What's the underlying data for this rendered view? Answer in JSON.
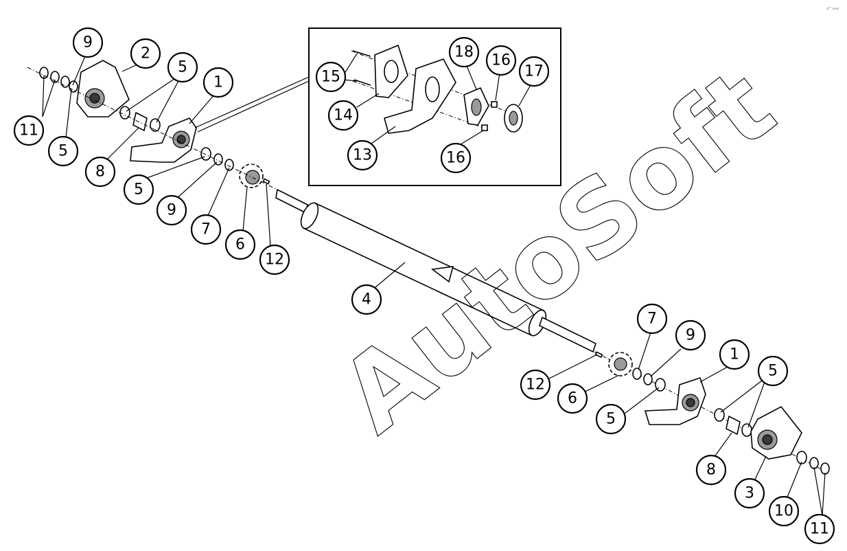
{
  "watermark": "AutoSoft",
  "corner_mark": "a²² aaa",
  "callouts": {
    "c_11_left": "11",
    "c_9_topleft": "9",
    "c_2": "2",
    "c_5_a": "5",
    "c_1_left": "1",
    "c_5_b": "5",
    "c_8_left": "8",
    "c_5_c": "5",
    "c_9_mid": "9",
    "c_7_left": "7",
    "c_6_left": "6",
    "c_12_left": "12",
    "c_4": "4",
    "c_15": "15",
    "c_14": "14",
    "c_13": "13",
    "c_18": "18",
    "c_16_top": "16",
    "c_17": "17",
    "c_16_bottom": "16",
    "c_7_right": "7",
    "c_9_right": "9",
    "c_1_right": "1",
    "c_5_d": "5",
    "c_12_right": "12",
    "c_6_right": "6",
    "c_5_e": "5",
    "c_8_right": "8",
    "c_3": "3",
    "c_10": "10",
    "c_11_right": "11"
  }
}
